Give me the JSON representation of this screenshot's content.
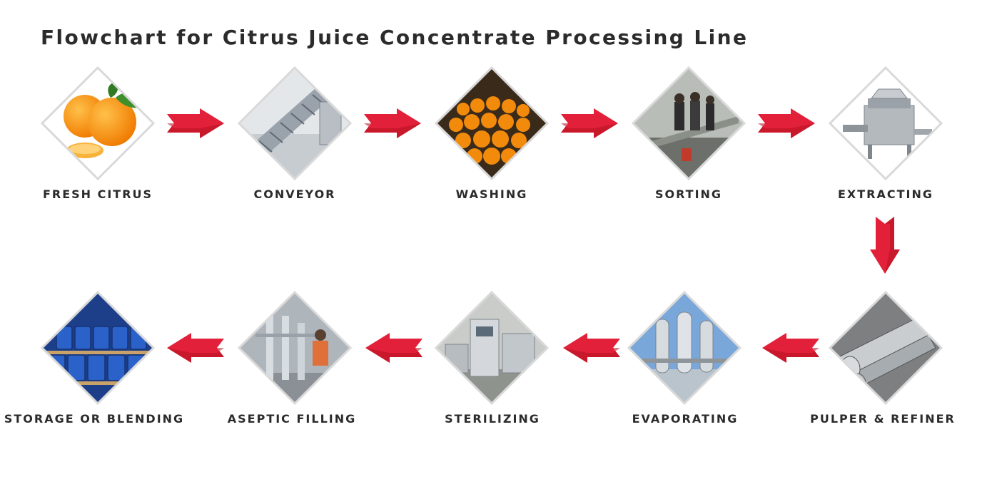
{
  "title": "Flowchart for Citrus Juice Concentrate Processing Line",
  "colors": {
    "arrow": "#e3203a",
    "arrow_dark": "#b5121f",
    "diamond_border": "#d9d9d9",
    "text": "#2b2b2b"
  },
  "steps": [
    {
      "label": "FRESH CITRUS",
      "icon": "oranges-photo"
    },
    {
      "label": "CONVEYOR",
      "icon": "conveyor-photo"
    },
    {
      "label": "WASHING",
      "icon": "washing-photo"
    },
    {
      "label": "SORTING",
      "icon": "sorting-photo"
    },
    {
      "label": "EXTRACTING",
      "icon": "extractor-photo"
    },
    {
      "label": "PULPER & REFINER",
      "icon": "pulper-photo"
    },
    {
      "label": "EVAPORATING",
      "icon": "evaporator-photo"
    },
    {
      "label": "STERILIZING",
      "icon": "sterilizer-photo"
    },
    {
      "label": "ASEPTIC FILLING",
      "icon": "aseptic-filling-photo"
    },
    {
      "label": "STORAGE OR BLENDING",
      "icon": "drums-photo"
    }
  ]
}
